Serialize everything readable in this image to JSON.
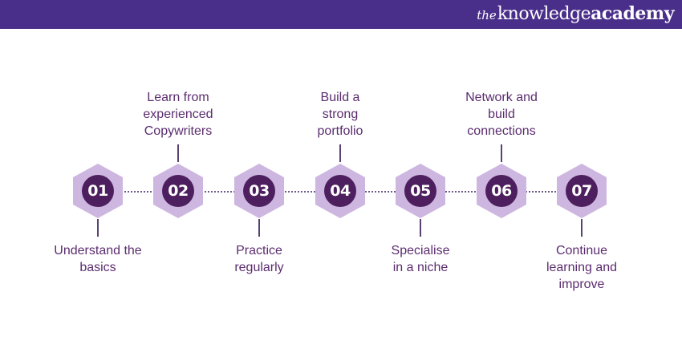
{
  "brand": {
    "prefix": "the",
    "word1": "knowledge",
    "word2": "academy"
  },
  "steps": [
    {
      "number": "01",
      "label_lines": [
        "Understand the",
        "basics"
      ],
      "position": "bottom"
    },
    {
      "number": "02",
      "label_lines": [
        "Learn from",
        "experienced",
        "Copywriters"
      ],
      "position": "top"
    },
    {
      "number": "03",
      "label_lines": [
        "Practice",
        "regularly"
      ],
      "position": "bottom"
    },
    {
      "number": "04",
      "label_lines": [
        "Build a",
        "strong",
        "portfolio"
      ],
      "position": "top"
    },
    {
      "number": "05",
      "label_lines": [
        "Specialise",
        "in a niche"
      ],
      "position": "bottom"
    },
    {
      "number": "06",
      "label_lines": [
        "Network and",
        "build",
        "connections"
      ],
      "position": "top"
    },
    {
      "number": "07",
      "label_lines": [
        "Continue",
        "learning and",
        "improve"
      ],
      "position": "bottom"
    }
  ],
  "colors": {
    "header": "#4a2f8a",
    "hexagon": "#cdb6e0",
    "circle": "#4e1f5e",
    "label_text": "#5b2c6f"
  }
}
